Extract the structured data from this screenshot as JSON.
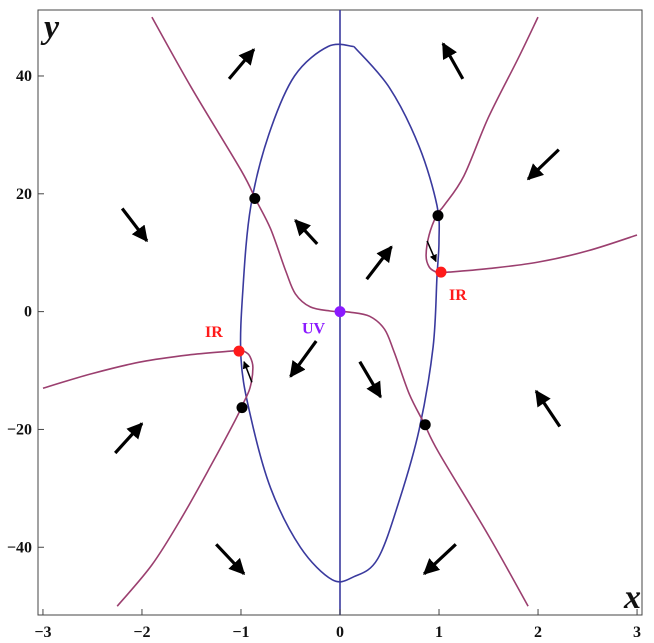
{
  "chart_data": {
    "type": "line",
    "title": "",
    "xlabel": "x",
    "ylabel": "y",
    "xlim": [
      -3,
      3
    ],
    "ylim": [
      -50,
      50
    ],
    "xticks": [
      {
        "value": -3,
        "label": "−3"
      },
      {
        "value": -2,
        "label": "−2"
      },
      {
        "value": -1,
        "label": "−1"
      },
      {
        "value": 0,
        "label": "0"
      },
      {
        "value": 1,
        "label": "1"
      },
      {
        "value": 2,
        "label": "2"
      },
      {
        "value": 3,
        "label": "3"
      }
    ],
    "yticks": [
      {
        "value": -40,
        "label": "−40"
      },
      {
        "value": -20,
        "label": "−20"
      },
      {
        "value": 0,
        "label": "0"
      },
      {
        "value": 20,
        "label": "20"
      },
      {
        "value": 40,
        "label": "40"
      }
    ],
    "grid": false,
    "colors": {
      "nullcline_blue": "#3a3a9e",
      "nullcline_purple": "#9b3f6f",
      "fixed_point_black": "#000000",
      "fixed_point_red": "#ff1a1a",
      "fixed_point_uv": "#8b1aff",
      "arrow": "#000000",
      "frame": "#444444"
    },
    "series": [
      {
        "kind": "vertical-line",
        "color_key": "nullcline_blue",
        "x": [
          0,
          0
        ],
        "y": [
          -52,
          52
        ]
      },
      {
        "kind": "closed-curve",
        "color_key": "nullcline_blue",
        "x": [
          0.14,
          0.5,
          0.8,
          0.98,
          1.0,
          0.98,
          0.94,
          0.8,
          0.6,
          0.38,
          0.14,
          -0.08,
          -0.4,
          -0.7,
          -0.9,
          -1.0,
          -0.98,
          -0.9,
          -0.72,
          -0.46,
          -0.12,
          0.14
        ],
        "y": [
          45,
          38,
          28,
          18,
          12,
          6,
          -6,
          -20,
          -32,
          -42,
          -45,
          -45.5,
          -40,
          -30,
          -18,
          -8,
          4,
          18,
          30,
          40,
          45,
          45
        ]
      },
      {
        "kind": "curve",
        "color_key": "nullcline_purple",
        "x": [
          -1.9,
          -1.5,
          -1.0,
          -0.85,
          -0.7,
          -0.55,
          -0.45,
          -0.3,
          -0.1,
          0.0,
          0.1,
          0.3,
          0.45,
          0.55,
          0.7,
          0.85,
          1.0,
          1.5,
          1.9
        ],
        "y": [
          50,
          38,
          24,
          19,
          14,
          7,
          3,
          0.8,
          0.1,
          0,
          -0.1,
          -0.8,
          -3,
          -7,
          -14,
          -19,
          -24,
          -38,
          -50
        ]
      },
      {
        "kind": "curve",
        "color_key": "nullcline_purple",
        "x": [
          2.0,
          1.8,
          1.5,
          1.25,
          1.05,
          0.98,
          0.9,
          0.87,
          0.9,
          0.96,
          1.02,
          1.1,
          1.5,
          2.0,
          2.5,
          3.0
        ],
        "y": [
          50,
          43,
          33,
          23,
          18,
          16.5,
          13,
          9.5,
          7.6,
          6.8,
          6.6,
          6.7,
          7.3,
          8.4,
          10.3,
          13
        ]
      },
      {
        "kind": "curve",
        "color_key": "nullcline_purple",
        "x": [
          -2.25,
          -1.9,
          -1.6,
          -1.3,
          -1.06,
          -0.99,
          -0.91,
          -0.88,
          -0.91,
          -0.96,
          -1.02,
          -1.1,
          -1.5,
          -2.0,
          -2.5,
          -3.0
        ],
        "y": [
          -50,
          -43,
          -35,
          -26,
          -18.5,
          -16,
          -13,
          -9.5,
          -7.6,
          -6.8,
          -6.6,
          -6.7,
          -7.3,
          -8.5,
          -10.5,
          -13
        ]
      }
    ],
    "points": [
      {
        "name": "fixed-point-black-1",
        "x": -0.86,
        "y": 19.2,
        "color_key": "fixed_point_black",
        "label": ""
      },
      {
        "name": "fixed-point-black-2",
        "x": 0.99,
        "y": 16.3,
        "color_key": "fixed_point_black",
        "label": ""
      },
      {
        "name": "fixed-point-black-3",
        "x": -0.99,
        "y": -16.3,
        "color_key": "fixed_point_black",
        "label": ""
      },
      {
        "name": "fixed-point-black-4",
        "x": 0.86,
        "y": -19.2,
        "color_key": "fixed_point_black",
        "label": ""
      },
      {
        "name": "fixed-point-ir-right",
        "x": 1.02,
        "y": 6.7,
        "color_key": "fixed_point_red",
        "label": "IR"
      },
      {
        "name": "fixed-point-ir-left",
        "x": -1.02,
        "y": -6.7,
        "color_key": "fixed_point_red",
        "label": "IR"
      },
      {
        "name": "fixed-point-uv",
        "x": 0.0,
        "y": 0.0,
        "color_key": "fixed_point_uv",
        "label": "UV"
      }
    ],
    "arrows": [
      {
        "x1": -1.12,
        "y1": 39.5,
        "x2": -0.87,
        "y2": 44.5,
        "size": "large"
      },
      {
        "x1": 1.24,
        "y1": 39.5,
        "x2": 1.04,
        "y2": 45.5,
        "size": "large"
      },
      {
        "x1": -2.2,
        "y1": 17.5,
        "x2": -1.95,
        "y2": 12,
        "size": "large"
      },
      {
        "x1": 2.21,
        "y1": 27.5,
        "x2": 1.9,
        "y2": 22.5,
        "size": "large"
      },
      {
        "x1": -0.23,
        "y1": 11.5,
        "x2": -0.45,
        "y2": 15.5,
        "size": "large"
      },
      {
        "x1": 0.27,
        "y1": 5.5,
        "x2": 0.52,
        "y2": 11,
        "size": "large"
      },
      {
        "x1": 0.88,
        "y1": 12,
        "x2": 0.97,
        "y2": 8.5,
        "size": "small"
      },
      {
        "x1": -0.24,
        "y1": -5,
        "x2": -0.5,
        "y2": -11,
        "size": "large"
      },
      {
        "x1": 0.2,
        "y1": -8.5,
        "x2": 0.41,
        "y2": -14.5,
        "size": "large"
      },
      {
        "x1": -0.89,
        "y1": -12,
        "x2": -0.97,
        "y2": -8.5,
        "size": "small"
      },
      {
        "x1": -2.27,
        "y1": -24,
        "x2": -2.0,
        "y2": -19,
        "size": "large"
      },
      {
        "x1": 2.22,
        "y1": -19.5,
        "x2": 1.98,
        "y2": -13.5,
        "size": "large"
      },
      {
        "x1": -1.25,
        "y1": -39.5,
        "x2": -0.97,
        "y2": -44.5,
        "size": "large"
      },
      {
        "x1": 1.17,
        "y1": -39.5,
        "x2": 0.85,
        "y2": -44.5,
        "size": "large"
      }
    ]
  }
}
